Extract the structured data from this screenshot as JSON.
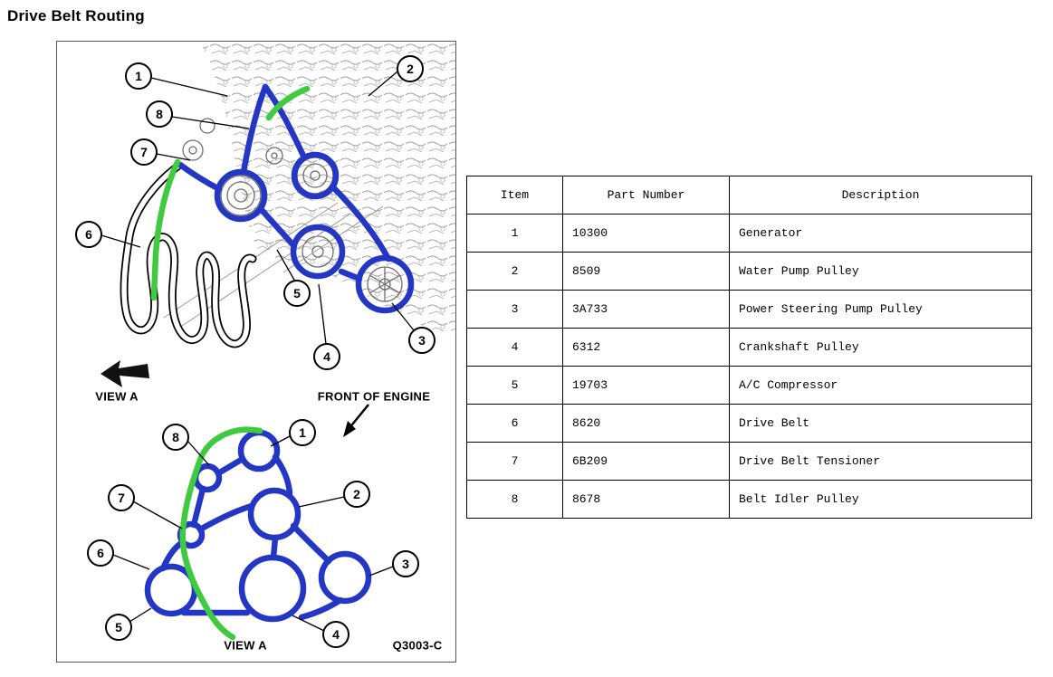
{
  "page": {
    "title": "Drive Belt Routing"
  },
  "diagram": {
    "labels": {
      "view_a_top": "VIEW A",
      "front_of_engine": "FRONT OF ENGINE",
      "view_a_bottom": "VIEW A",
      "figure_code": "Q3003-C"
    },
    "colors": {
      "belt_blue": "#2336c4",
      "belt_green": "#3fca3f"
    },
    "callouts_top": [
      "1",
      "2",
      "8",
      "7",
      "6",
      "5",
      "4",
      "3"
    ],
    "callouts_bottom": [
      "8",
      "1",
      "7",
      "2",
      "6",
      "3",
      "5",
      "4"
    ]
  },
  "table": {
    "headers": [
      "Item",
      "Part Number",
      "Description"
    ],
    "rows": [
      {
        "item": "1",
        "part": "10300",
        "desc": "Generator"
      },
      {
        "item": "2",
        "part": "8509",
        "desc": "Water Pump Pulley"
      },
      {
        "item": "3",
        "part": "3A733",
        "desc": "Power Steering Pump Pulley"
      },
      {
        "item": "4",
        "part": "6312",
        "desc": "Crankshaft Pulley"
      },
      {
        "item": "5",
        "part": "19703",
        "desc": "A/C Compressor"
      },
      {
        "item": "6",
        "part": "8620",
        "desc": "Drive Belt"
      },
      {
        "item": "7",
        "part": "6B209",
        "desc": "Drive Belt Tensioner"
      },
      {
        "item": "8",
        "part": "8678",
        "desc": "Belt Idler Pulley"
      }
    ]
  }
}
